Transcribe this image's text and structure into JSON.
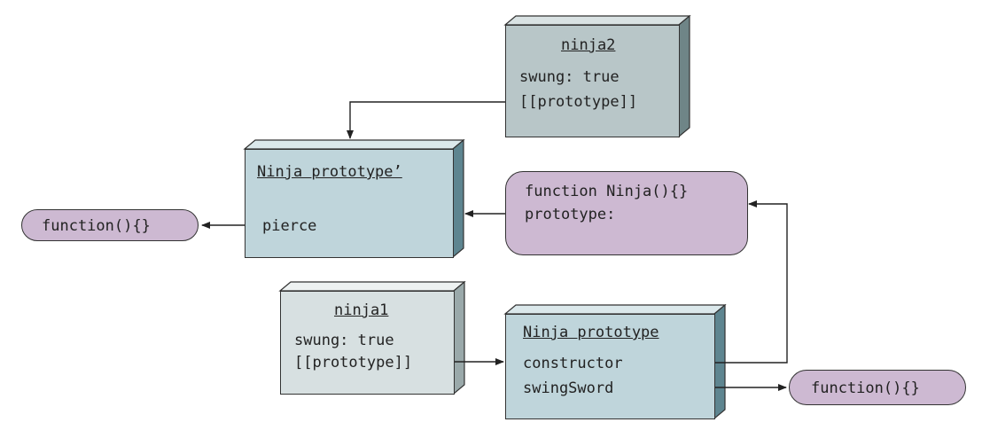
{
  "nodes": {
    "ninja2": {
      "title": "ninja2",
      "lines": [
        "swung: true",
        "[[prototype]]"
      ]
    },
    "ninja_prototype_prime": {
      "title": "Ninja prototype’",
      "lines": [
        "pierce"
      ]
    },
    "ninja_function": {
      "lines": [
        "function Ninja(){}",
        "prototype:"
      ]
    },
    "ninja1": {
      "title": "ninja1",
      "lines": [
        "swung: true",
        "[[prototype]]"
      ]
    },
    "ninja_prototype": {
      "title": "Ninja prototype",
      "lines": [
        "constructor",
        "swingSword"
      ]
    },
    "function_left": {
      "label": "function(){}"
    },
    "function_right": {
      "label": "function(){}"
    }
  },
  "colors": {
    "blue_box": "#bfd5db",
    "blue_side": "#5e8590",
    "gray_box": "#b8c6c8",
    "gray_side": "#6f8587",
    "light_box": "#d7e0e1",
    "light_side": "#9aa9aa",
    "pill": "#cdb9d2",
    "line": "#222222"
  }
}
